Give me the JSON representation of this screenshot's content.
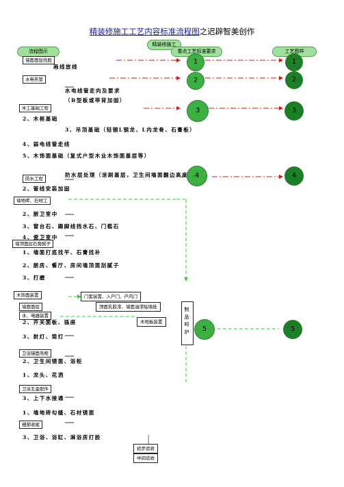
{
  "title": {
    "highlight": "精装修施工工艺内容标准流程图",
    "rest": "之迟辟智美创作"
  },
  "headers": {
    "process_overview": "流程图示",
    "decoration": "精装修施工",
    "key_requirements": "重点工艺标准要求",
    "process_chart": "工艺图样"
  },
  "categories": [
    "墙面面层找股",
    "水电布管",
    "木工基础工程",
    "防水工程",
    "墙地砖、石材工",
    "墙顶面层石膏腻子",
    "木饰面装置",
    "墙面面层",
    "水、电器装置",
    "卫浴镜面吊柜",
    "卫浴五金配件",
    "细部收尾"
  ],
  "steps": [
    "画线放线",
    "水电线管走向及要求",
    "（B型板或带背加固）",
    "2、木框基础",
    "3、吊顶基础（轻钢L钢龙、L内龙骨、石膏板）",
    "4、弱电线管走线",
    "5、木饰面基础（复式户型木业木饰面基层等）",
    "防水层处理（涂刷基层，卫生间墙面翻边高度300）",
    "2、管线安装加固",
    "2、厨卫室中",
    "3、窗台石、踢脚线挡水石、门槛石",
    "4、瓷卫室中",
    "1、墙面打底找平、石膏找补",
    "2、厨房、餐厅、房间墙顶面刮腻子",
    "3、打磨",
    "2、开关面板、插座",
    "3、射灯、筒灯",
    "2、卫生间镜面、浴柜",
    "1、龙头、花洒",
    "3、上下水接通",
    "1、墙地砖勾缝、石材镜面",
    "3、卫浴、浴缸、淋浴房打胶"
  ],
  "right_labels": {
    "door_install": "门套装置、入户门、户内门",
    "latex_paint": "顶面乳胶漆、墙面油漆贴墙纸",
    "floor_install": "木地板装置",
    "product_protect": "制品呵护",
    "initial_check": "初步验收",
    "mid_check": "中间验收"
  },
  "key_circles": [
    "1",
    "2",
    "3",
    "4",
    "5"
  ],
  "chart_circles": [
    "1",
    "2",
    "3",
    "4",
    "5"
  ]
}
